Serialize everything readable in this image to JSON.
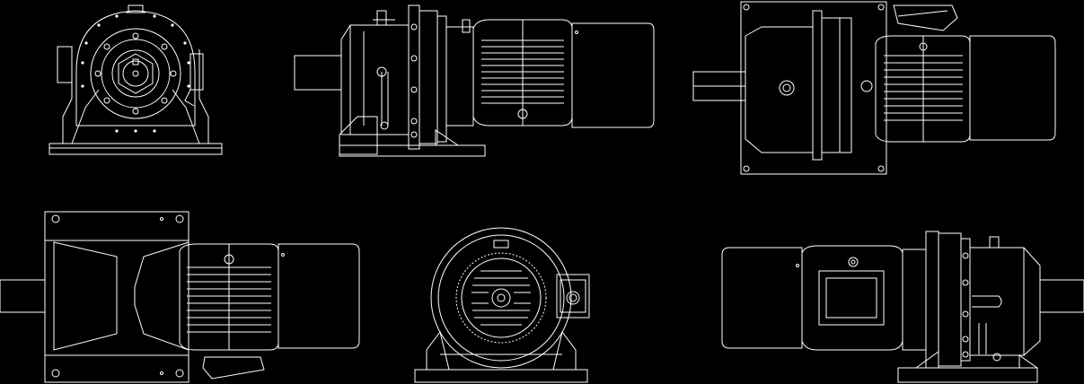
{
  "drawing": {
    "background_color": "#000000",
    "line_color": "#ffffff",
    "views": [
      {
        "id": "view-front-end"
      },
      {
        "id": "view-side-elevation"
      },
      {
        "id": "view-top-plan"
      },
      {
        "id": "view-bottom-plan"
      },
      {
        "id": "view-motor-rear-end"
      },
      {
        "id": "view-side-elevation-mirrored"
      }
    ]
  }
}
